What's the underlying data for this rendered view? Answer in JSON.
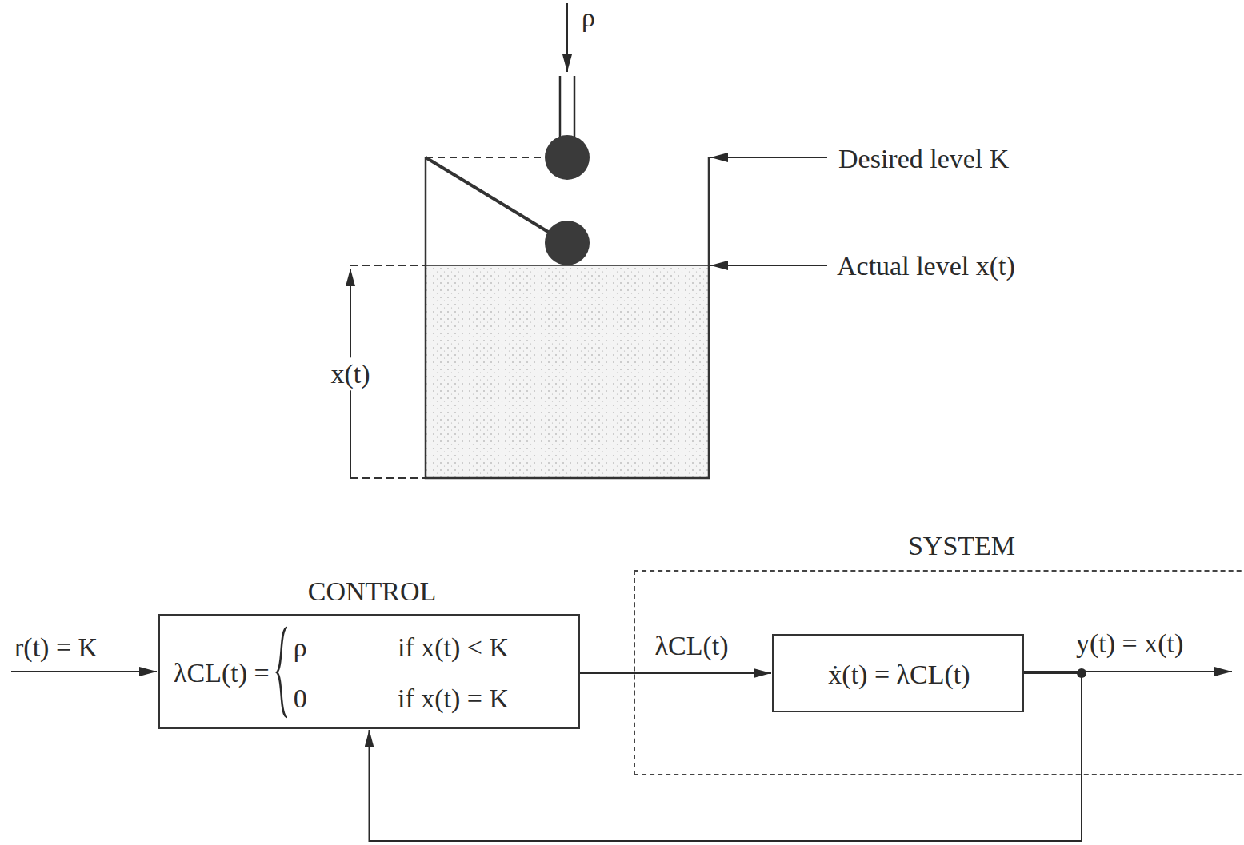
{
  "diagram": {
    "nodes": [
      {
        "text": [
          "CONTROL",
          "λCL(t) =",
          "ρ",
          "if x(t) < K",
          "0",
          "if x(t) = K"
        ]
      },
      {
        "text": [
          "SYSTEM"
        ]
      },
      {
        "text": [
          "ẋ(t) = λCL(t)"
        ],
        "in": 1
      }
    ],
    "edges": [
      {
        "from": 0,
        "to": 2,
        "arrow": "to",
        "label": "λCL(t)"
      },
      {
        "from": 2,
        "to": 0,
        "arrow": "to"
      }
    ],
    "labels": [
      "ρ",
      "Desired level K",
      "Actual level x(t)",
      "x(t)",
      "r(t) = K",
      "y(t) = x(t)"
    ]
  }
}
